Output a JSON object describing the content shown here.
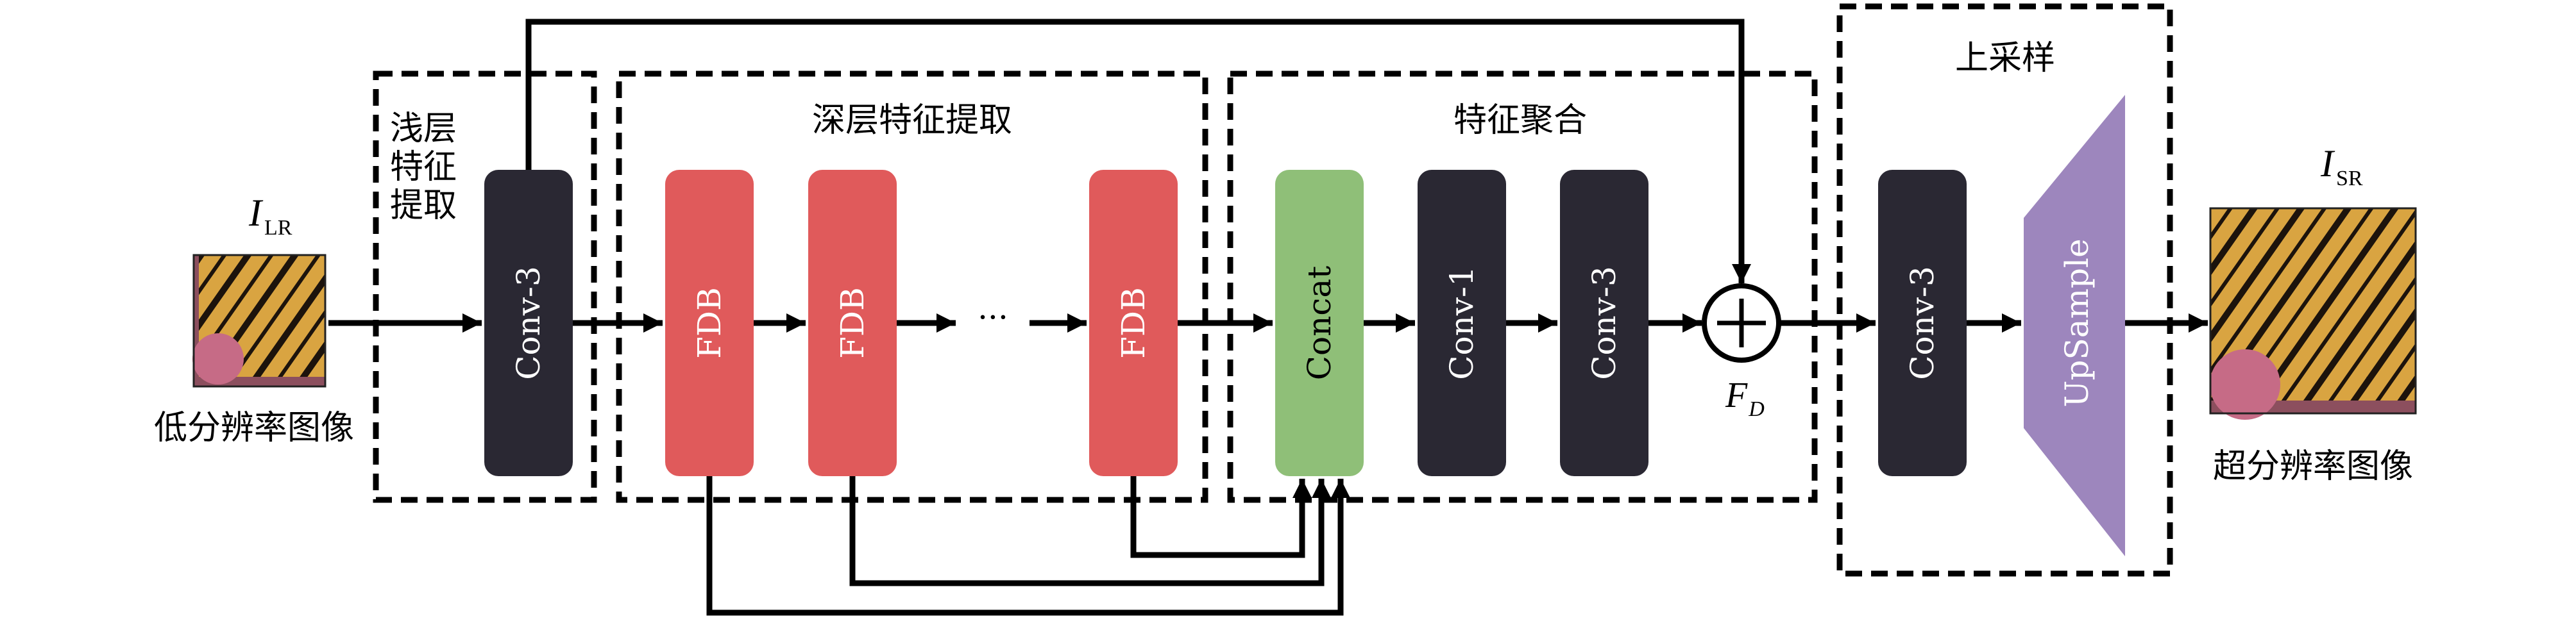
{
  "input": {
    "symbol": "I",
    "subscript": "LR",
    "caption": "低分辨率图像"
  },
  "output": {
    "symbol": "I",
    "subscript": "SR",
    "caption": "超分辨率图像"
  },
  "sections": {
    "shallow": [
      "浅层",
      "特征",
      "提取"
    ],
    "deep": "深层特征提取",
    "fusion": "特征聚合",
    "upsample": "上采样"
  },
  "blocks": {
    "conv3_shallow": "Conv-3",
    "fdb1": "FDB",
    "fdb2": "FDB",
    "ellipsis": "···",
    "fdb3": "FDB",
    "concat": "Concat",
    "conv1": "Conv-1",
    "conv3_fusion": "Conv-3",
    "conv3_up": "Conv-3",
    "upsample": "UpSample"
  },
  "sum": {
    "symbol": "F",
    "subscript": "D"
  },
  "colors": {
    "dark_block": "#2a2833",
    "fdb_block": "#e05a5b",
    "concat_block": "#8fbf78",
    "upsample_block": "#9d86bd"
  }
}
